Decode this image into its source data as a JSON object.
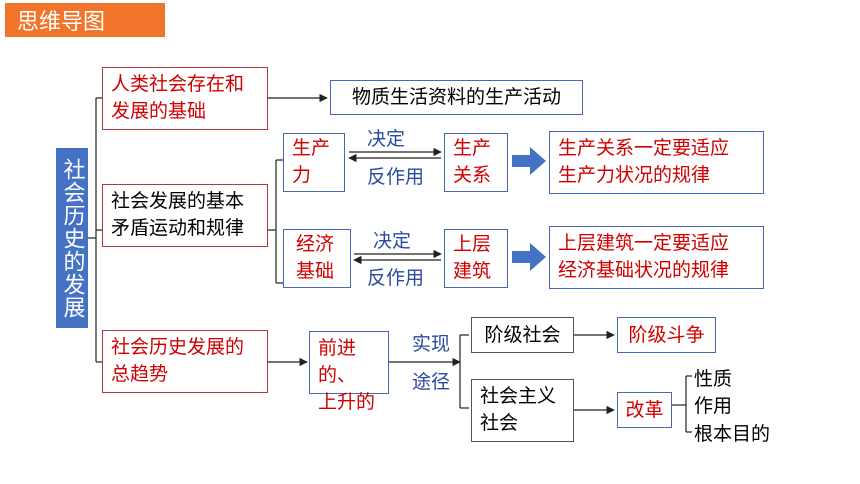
{
  "header": {
    "title": "思维导图"
  },
  "root": {
    "text": "社会历史的发展"
  },
  "branch1": {
    "label_line1": "人类社会存在和",
    "label_line2": "发展的基础",
    "target": "物质生活资料的生产活动"
  },
  "branch2": {
    "label_line1": "社会发展的基本",
    "label_line2": "矛盾运动和规律",
    "pair1": {
      "left_line1": "生产",
      "left_line2": "力",
      "right_line1": "生产",
      "right_line2": "关系",
      "top_label": "决定",
      "bottom_label": "反作用",
      "law_line1": "生产关系一定要适应",
      "law_line2": "生产力状况的规律"
    },
    "pair2": {
      "left_line1": "经济",
      "left_line2": "基础",
      "right_line1": "上层",
      "right_line2": "建筑",
      "top_label": "决定",
      "bottom_label": "反作用",
      "law_line1": "上层建筑一定要适应",
      "law_line2": "经济基础状况的规律"
    }
  },
  "branch3": {
    "label_line1": "社会历史发展的",
    "label_line2": "总趋势",
    "mid_line1": "前进的、",
    "mid_line2": "上升的",
    "label_top": "实现",
    "label_bottom": "途径",
    "class_society": "阶级社会",
    "class_struggle": "阶级斗争",
    "socialism_line1": "社会主义",
    "socialism_line2": "社会",
    "reform": "改革",
    "reform_items": [
      "性质",
      "作用",
      "根本目的"
    ]
  },
  "colors": {
    "title_bg": "#f0752b",
    "root_bg": "#4472c4",
    "red_text": "#d00000",
    "blue_text": "#2b4aa0",
    "arrow_blue": "#4472c4"
  }
}
